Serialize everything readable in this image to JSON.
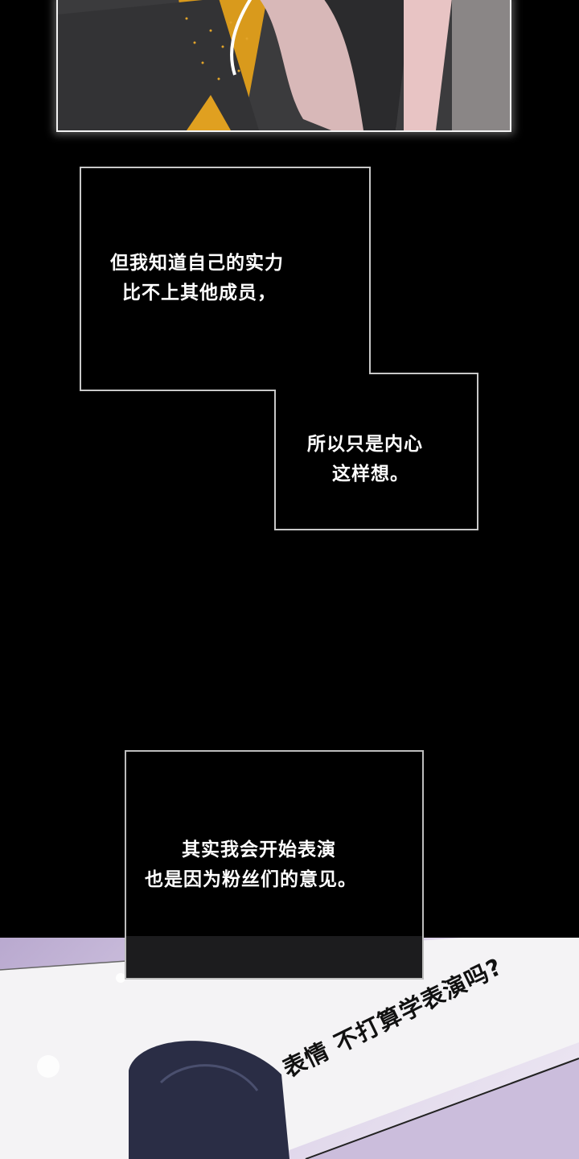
{
  "captions": [
    {
      "lines": [
        "但我知道自己的实力",
        "比不上其他成员，"
      ]
    },
    {
      "lines": [
        "所以只是内心",
        "这样想。"
      ]
    },
    {
      "lines": [
        "其实我会开始表演",
        "也是因为粉丝们的意见。"
      ]
    }
  ],
  "speech": {
    "text": "表情 不打算学表演吗?"
  },
  "colors": {
    "background": "#000000",
    "caption_border": "#cfcfcf",
    "accent_gold": "#e0a020",
    "lavender": "#c9bcdc"
  }
}
